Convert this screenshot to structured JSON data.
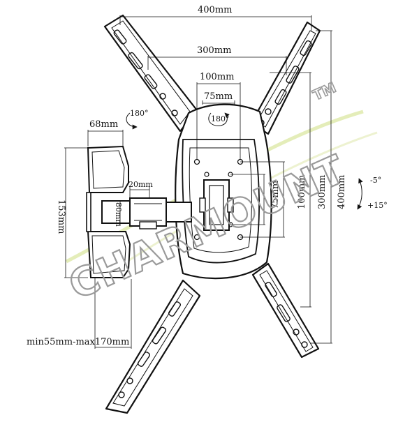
{
  "dimensions": {
    "width_400_top": "400mm",
    "width_300_top": "300mm",
    "width_100_top": "100mm",
    "width_75_top": "75mm",
    "height_75_right": "75mm",
    "height_100_right": "100mm",
    "height_300_right": "300mm",
    "height_400_right": "400mm",
    "arm_width": "68mm",
    "arm_height": "153mm",
    "bracket_20": "20mm",
    "bracket_80": "80mm",
    "extension": "min55mm-max170mm"
  },
  "rotation": {
    "swivel_arm": "180°",
    "swivel_plate": "180°",
    "tilt_up": "-5°",
    "tilt_down": "+15°"
  },
  "watermark": {
    "brand": "CHARMOUNT",
    "trademark": "TM"
  },
  "colors": {
    "line": "#111111",
    "plate_fill": "#ffffff",
    "watermark": "#9a9a9a",
    "watermark_swoosh": "#dde8a8"
  }
}
